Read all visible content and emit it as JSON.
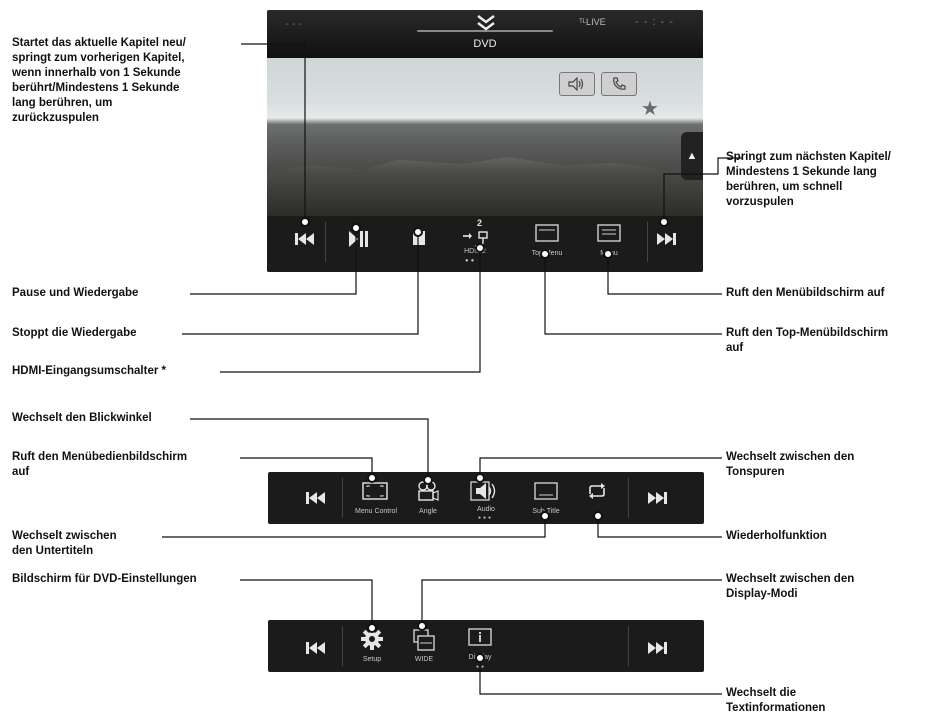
{
  "screen": {
    "source_label": "DVD",
    "status_live": "ᵀᴸLIVE",
    "status_time": "- - : - -",
    "status_left": "- - -"
  },
  "main_controls": {
    "hdmi_label": "HDMI2",
    "hdmi_number": "2",
    "top_menu_label": "Top Menu",
    "menu_label": "Menu"
  },
  "bar2": {
    "menu_control_label": "Menu Control",
    "angle_label": "Angle",
    "audio_label": "Audio",
    "subtitle_label": "Sub.Title"
  },
  "bar3": {
    "setup_label": "Setup",
    "wide_label": "WIDE",
    "display_label": "Display"
  },
  "annotations": {
    "prev": [
      "Startet das aktuelle Kapitel neu/",
      "springt zum vorherigen Kapitel,",
      "wenn innerhalb von 1 Sekunde",
      "berührt/Mindestens 1 Sekunde",
      "lang berühren, um",
      "zurückzuspulen"
    ],
    "next": [
      "Springt zum nächsten Kapitel/",
      "Mindestens 1 Sekunde lang",
      "berühren, um schnell",
      "vorzuspulen"
    ],
    "pause": "Pause und Wiedergabe",
    "stop": "Stoppt die Wiedergabe",
    "hdmi": "HDMI-Eingangsumschalter *",
    "menu": "Ruft den Menübildschirm auf",
    "top_menu": [
      "Ruft den Top-Menübildschirm",
      "auf"
    ],
    "angle": "Wechselt den Blickwinkel",
    "menu_control": [
      "Ruft den Menübedienbildschirm",
      "auf"
    ],
    "audio": [
      "Wechselt zwischen den",
      "Tonspuren"
    ],
    "subtitle": [
      "Wechselt zwischen",
      "den Untertiteln"
    ],
    "repeat": "Wiederholfunktion",
    "setup": "Bildschirm für DVD-Einstellungen",
    "display_mode": [
      "Wechselt zwischen den",
      "Display-Modi"
    ],
    "text_info": [
      "Wechselt die",
      "Textinformationen"
    ]
  }
}
